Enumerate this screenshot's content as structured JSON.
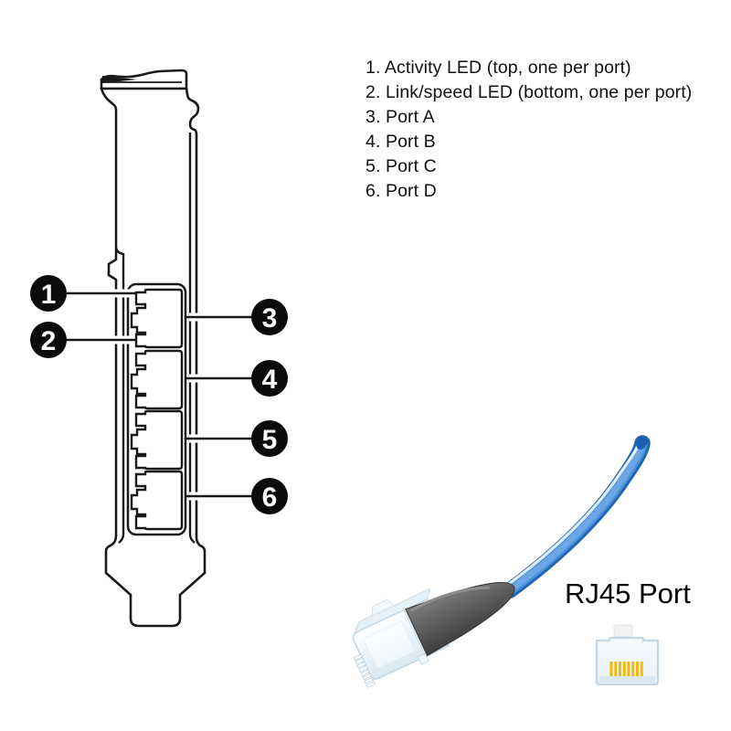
{
  "diagram": {
    "legend": {
      "items": [
        {
          "text": "1. Activity LED (top, one per port)"
        },
        {
          "text": "2. Link/speed LED (bottom, one per port)"
        },
        {
          "text": "3. Port A"
        },
        {
          "text": "4. Port B"
        },
        {
          "text": "5. Port C"
        },
        {
          "text": "6. Port D"
        }
      ]
    },
    "callouts": [
      {
        "number": "1"
      },
      {
        "number": "2"
      },
      {
        "number": "3"
      },
      {
        "number": "4"
      },
      {
        "number": "5"
      },
      {
        "number": "6"
      }
    ],
    "rj45_label": "RJ45 Port",
    "colors": {
      "line": "#1a1a1a",
      "cable_blue": "#1f66b5",
      "cable_highlight": "#4e93dc",
      "boot_gray": "#4a4a4a",
      "pin_gold": "#f2b705"
    }
  }
}
